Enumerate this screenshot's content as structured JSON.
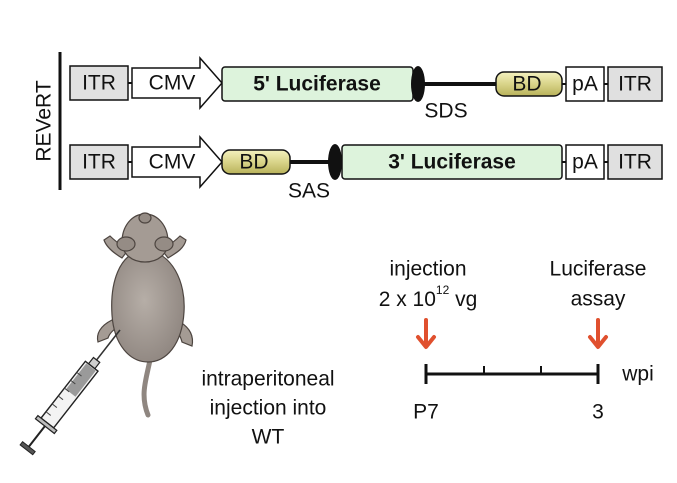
{
  "group_label": "REVeRT",
  "construct_top": {
    "itr_left": "ITR",
    "promoter": "CMV",
    "fragment": "5' Luciferase",
    "bd": "BD",
    "pa": "pA",
    "itr_right": "ITR",
    "splice_label": "SDS"
  },
  "construct_bottom": {
    "itr_left": "ITR",
    "promoter": "CMV",
    "bd": "BD",
    "fragment": "3' Luciferase",
    "pa": "pA",
    "itr_right": "ITR",
    "splice_label": "SAS"
  },
  "injection_desc": {
    "line1": "intraperitoneal",
    "line2": "injection into",
    "line3": "WT"
  },
  "timeline": {
    "event1_line1": "injection",
    "event1_line2_base": "2 x 10",
    "event1_exponent": "12",
    "event1_line2_unit": " vg",
    "event2_line1": "Luciferase",
    "event2_line2": "assay",
    "start_label": "P7",
    "end_label": "3",
    "unit_label": "wpi"
  },
  "colors": {
    "itr_fill": "#e0e0e0",
    "luciferase_fill": "#ddf3dc",
    "bd_fill": "#d9d48a",
    "arrow_red": "#e0502e",
    "mouse_fill": "#a49b94"
  }
}
